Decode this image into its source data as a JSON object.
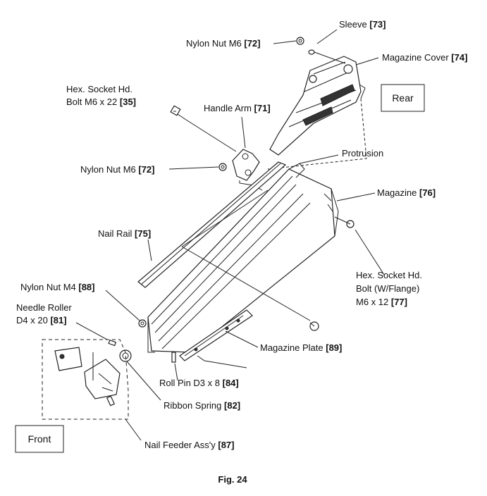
{
  "parts": [
    {
      "id": "sleeve",
      "name": "Sleeve",
      "ref": "[73]"
    },
    {
      "id": "nylon-nut-top",
      "name": "Nylon Nut M6",
      "ref": "[72]"
    },
    {
      "id": "magazine-cover",
      "name": "Magazine Cover",
      "ref": "[74]"
    },
    {
      "id": "hex-bolt-35-l1",
      "name": "Hex. Socket Hd.",
      "ref": ""
    },
    {
      "id": "hex-bolt-35-l2",
      "name": "Bolt M6 x 22",
      "ref": "[35]"
    },
    {
      "id": "handle-arm",
      "name": "Handle Arm",
      "ref": "[71]"
    },
    {
      "id": "nylon-nut-mid",
      "name": "Nylon Nut M6",
      "ref": "[72]"
    },
    {
      "id": "protrusion",
      "name": "Protrusion",
      "ref": ""
    },
    {
      "id": "magazine",
      "name": "Magazine",
      "ref": "[76]"
    },
    {
      "id": "nail-rail",
      "name": "Nail Rail",
      "ref": "[75]"
    },
    {
      "id": "hex-bolt-77-l1",
      "name": "Hex. Socket Hd.",
      "ref": ""
    },
    {
      "id": "hex-bolt-77-l2",
      "name": "Bolt (W/Flange)",
      "ref": ""
    },
    {
      "id": "hex-bolt-77-l3",
      "name": "M6 x 12",
      "ref": "[77]"
    },
    {
      "id": "nylon-nut-m4",
      "name": "Nylon Nut M4",
      "ref": "[88]"
    },
    {
      "id": "needle-roller-l1",
      "name": "Needle Roller",
      "ref": ""
    },
    {
      "id": "needle-roller-l2",
      "name": "D4 x 20",
      "ref": "[81]"
    },
    {
      "id": "magazine-plate",
      "name": "Magazine Plate",
      "ref": "[89]"
    },
    {
      "id": "roll-pin",
      "name": "Roll Pin D3 x 8",
      "ref": "[84]"
    },
    {
      "id": "ribbon-spring",
      "name": "Ribbon Spring",
      "ref": "[82]"
    },
    {
      "id": "nail-feeder",
      "name": "Nail Feeder Ass'y",
      "ref": "[87]"
    }
  ],
  "views": {
    "rear": "Rear",
    "front": "Front"
  },
  "caption": "Fig. 24"
}
